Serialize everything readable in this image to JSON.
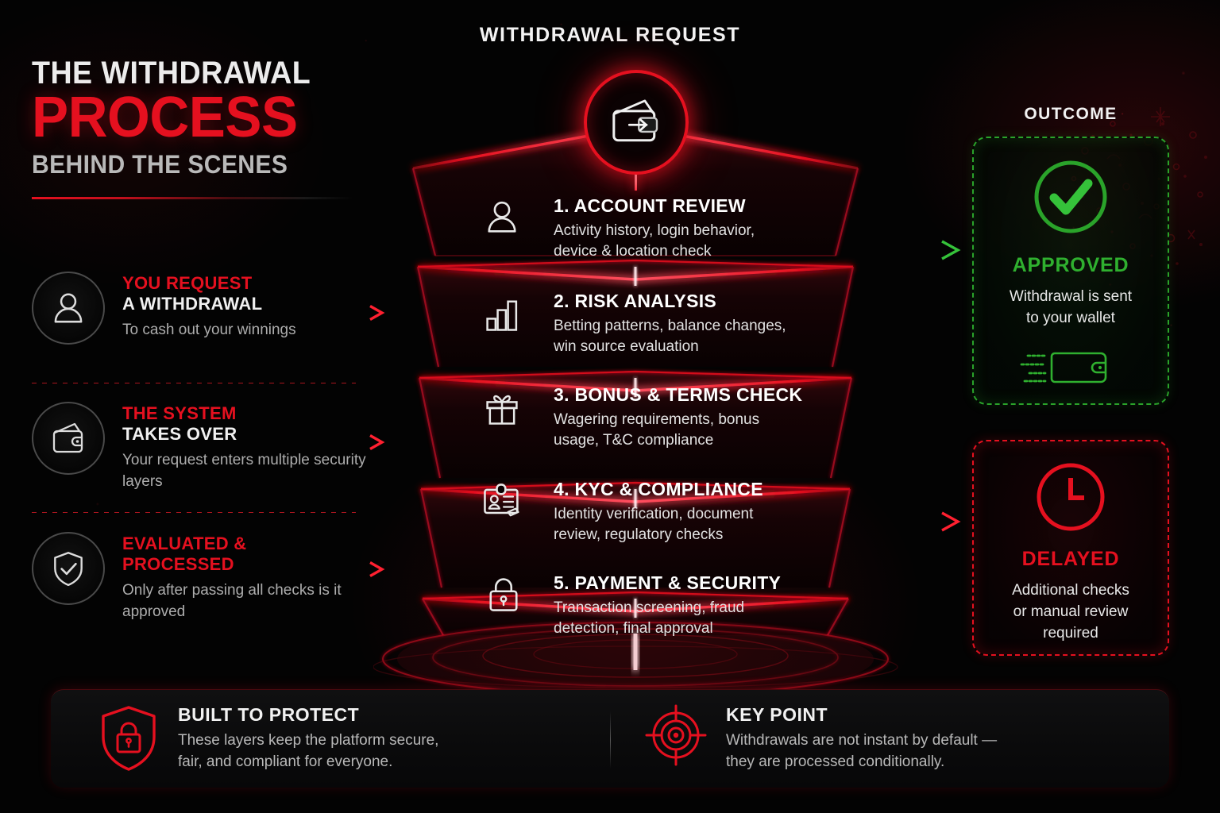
{
  "header": {
    "title_line1": "THE WITHDRAWAL",
    "title_line2": "PROCESS",
    "title_line3": "BEHIND THE SCENES",
    "funnel_label": "WITHDRAWAL REQUEST",
    "outcome_label": "OUTCOME"
  },
  "colors": {
    "accent_red": "#e5101f",
    "accent_green": "#2fb02f",
    "background": "#030303",
    "text_primary": "#f2f2f2",
    "text_secondary": "#adadad"
  },
  "left_steps": [
    {
      "icon": "user-icon",
      "kicker": "YOU REQUEST",
      "headline": "A WITHDRAWAL",
      "description": "To cash out your winnings"
    },
    {
      "icon": "wallet-icon",
      "kicker": "THE SYSTEM",
      "headline": "TAKES OVER",
      "description": "Your request enters multiple security layers"
    },
    {
      "icon": "shield-check-icon",
      "kicker": "EVALUATED &",
      "headline_red": "PROCESSED",
      "headline": "",
      "description": "Only after passing all checks is it approved"
    }
  ],
  "funnel": {
    "top_icon": "wallet-arrow-icon",
    "layers": [
      {
        "icon": "user-icon",
        "title": "1. ACCOUNT REVIEW",
        "desc_line1": "Activity history, login behavior,",
        "desc_line2": "device & location check"
      },
      {
        "icon": "bar-chart-icon",
        "title": "2. RISK ANALYSIS",
        "desc_line1": "Betting patterns, balance changes,",
        "desc_line2": "win source evaluation"
      },
      {
        "icon": "gift-icon",
        "title": "3. BONUS & TERMS CHECK",
        "desc_line1": "Wagering requirements, bonus",
        "desc_line2": "usage, T&C compliance"
      },
      {
        "icon": "id-card-icon",
        "title": "4. KYC & COMPLIANCE",
        "desc_line1": "Identity verification, document",
        "desc_line2": "review, regulatory checks"
      },
      {
        "icon": "lock-icon",
        "title": "5. PAYMENT & SECURITY",
        "desc_line1": "Transaction screening, fraud",
        "desc_line2": "detection, final approval"
      }
    ]
  },
  "outcomes": [
    {
      "icon": "check-circle-icon",
      "status": "APPROVED",
      "desc_line1": "Withdrawal is sent",
      "desc_line2": "to your wallet",
      "footer_icon": "wallet-speed-icon",
      "color": "#2fb02f"
    },
    {
      "icon": "clock-icon",
      "status": "DELAYED",
      "desc_line1": "Additional checks",
      "desc_line2": "or manual review",
      "desc_line3": "required",
      "color": "#e5101f"
    }
  ],
  "footer": [
    {
      "icon": "shield-lock-icon",
      "heading": "BUILT TO PROTECT",
      "line1": "These layers keep the platform secure,",
      "line2": "fair, and compliant for everyone.",
      "line2_highlight": ""
    },
    {
      "icon": "target-icon",
      "heading": "KEY POINT",
      "line1": "Withdrawals are not instant by default —",
      "line2": "",
      "line2_highlight": "they are processed conditionally."
    }
  ]
}
